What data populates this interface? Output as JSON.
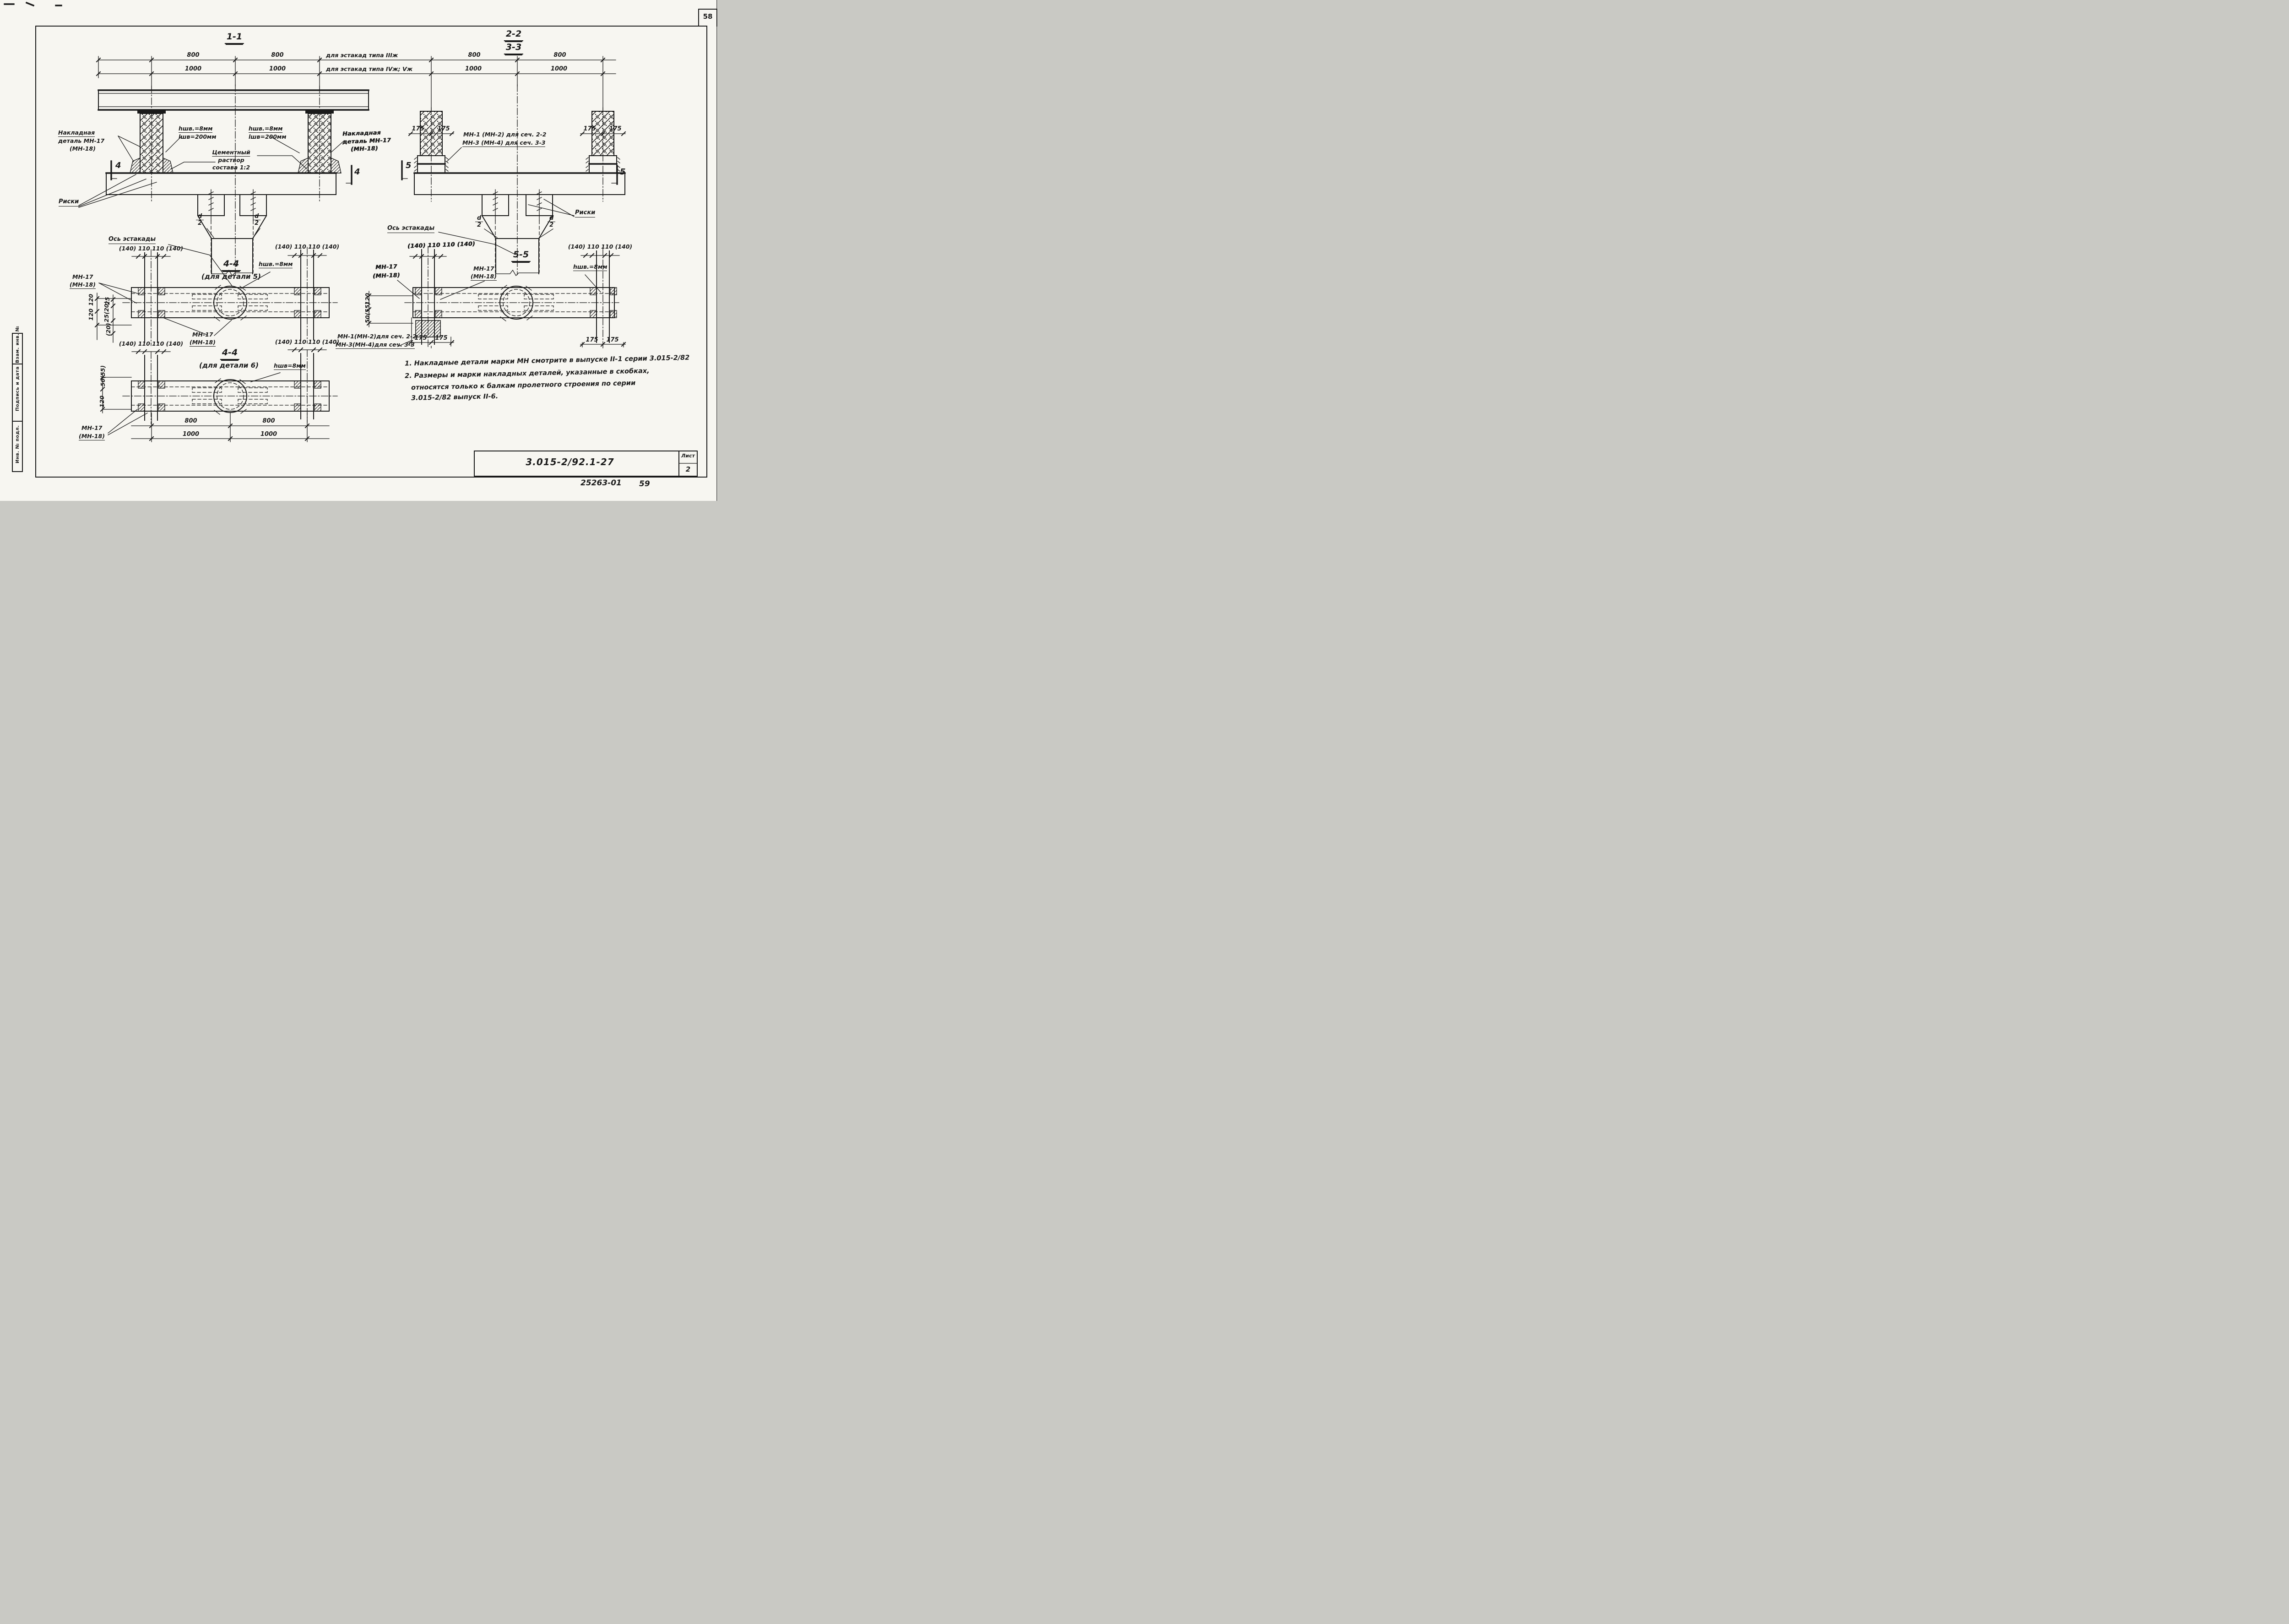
{
  "page": {
    "sheet_no": "58",
    "footer_doc": "25263-01",
    "footer_sheet": "59"
  },
  "title_block": {
    "code": "3.015-2/92.1-27",
    "list_label": "Лист",
    "list_value": "2"
  },
  "stamp_column": {
    "cells": [
      "Взам. инв. №",
      "Подпись и дата",
      "Инв. № подл."
    ]
  },
  "common": {
    "dim_800": "800",
    "dim_1000": "1000",
    "dim_175": "175",
    "dim_140_110": "(140) 110  110 (140)",
    "weld_h": "hшв.=8мм",
    "weld_l": "lшв=200мм",
    "weld_h2": "hшв=8мм",
    "mn17": "МН-17",
    "mn18": "(МН-18)",
    "riski": "Риски",
    "axis": "Ось эстакады",
    "mark4": "4",
    "mark5": "5",
    "d": "d",
    "two": "2"
  },
  "sec11": {
    "title": "1-1",
    "type_row1": "для эстакад типа IIIж",
    "type_row2": "для эстакад типа IVж; Vж",
    "overlay1": "Накладная",
    "overlay2": "деталь МН-17",
    "overlay3": "(МН-18)",
    "cement1": "Цементный",
    "cement2": "раствор",
    "cement3": "состава 1:2"
  },
  "sec22": {
    "title2": "2-2",
    "title3": "3-3",
    "mn_sec1": "МН-1 (МН-2) для сеч. 2-2",
    "mn_sec2": "МН-3 (МН-4) для сеч. 3-3"
  },
  "sec44a": {
    "title": "4-4",
    "sub": "(для детали 5)",
    "v120": "120",
    "v25": "25",
    "v25_20": "25(20)",
    "v20": "(20)"
  },
  "sec44b": {
    "title": "4-4",
    "sub": "(для детали 6)",
    "v50": "50(55)",
    "v120": "120"
  },
  "sec55": {
    "title": "5-5",
    "mn_sec1": "МН-1(МН-2)для сеч. 2-2",
    "mn_sec2": "МН-3(МН-4)для сеч. 3-3"
  },
  "notes": {
    "line1": "1. Накладные детали марки МН  смотрите в выпуске II-1 серии 3.015-2/82",
    "line2": "2. Размеры и марки накладных деталей, указанные в скобках,",
    "line3": "относятся только к балкам пролетного строения по серии",
    "line4": "3.015-2/82 выпуск II-6."
  }
}
